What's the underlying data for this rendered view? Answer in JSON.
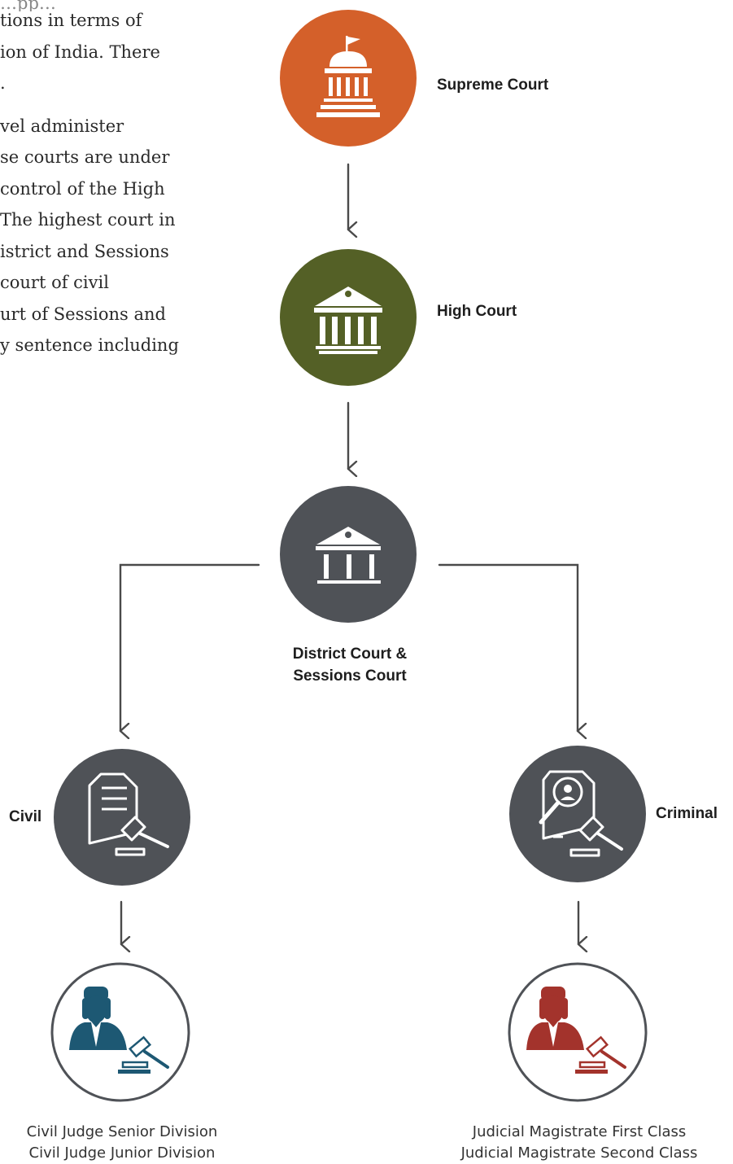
{
  "prose": {
    "lines": [
      "…pp…",
      "tions in terms of",
      "ion of India. There",
      ".",
      "",
      "vel administer",
      "se courts are under",
      "control of the High",
      "The highest court in",
      "istrict and Sessions",
      "court of civil",
      "urt of Sessions and",
      "y sentence including"
    ]
  },
  "nodes": {
    "supreme": {
      "label": "Supreme Court",
      "color": "#d4602a",
      "icon": "capitol-flag-icon"
    },
    "high": {
      "label": "High Court",
      "color": "#546026",
      "icon": "courthouse-icon"
    },
    "district": {
      "label_line1": "District Court &",
      "label_line2": "Sessions Court",
      "color": "#4f5257",
      "icon": "courthouse-icon"
    },
    "civil": {
      "label": "Civil",
      "color": "#4f5257",
      "icon": "document-gavel-icon"
    },
    "criminal": {
      "label": "Criminal",
      "color": "#4f5257",
      "icon": "profile-document-gavel-icon"
    },
    "civil_judges": {
      "line1": "Civil Judge Senior Division",
      "line2": "Civil Judge Junior Division",
      "color": "#1d5873",
      "icon": "judge-icon"
    },
    "criminal_judges": {
      "line1": "Judicial Magistrate First Class",
      "line2": "Judicial Magistrate Second Class",
      "color": "#a3332c",
      "icon": "judge-icon"
    }
  },
  "colors": {
    "connector": "#4a4a4a",
    "ring": "#4f5257"
  }
}
